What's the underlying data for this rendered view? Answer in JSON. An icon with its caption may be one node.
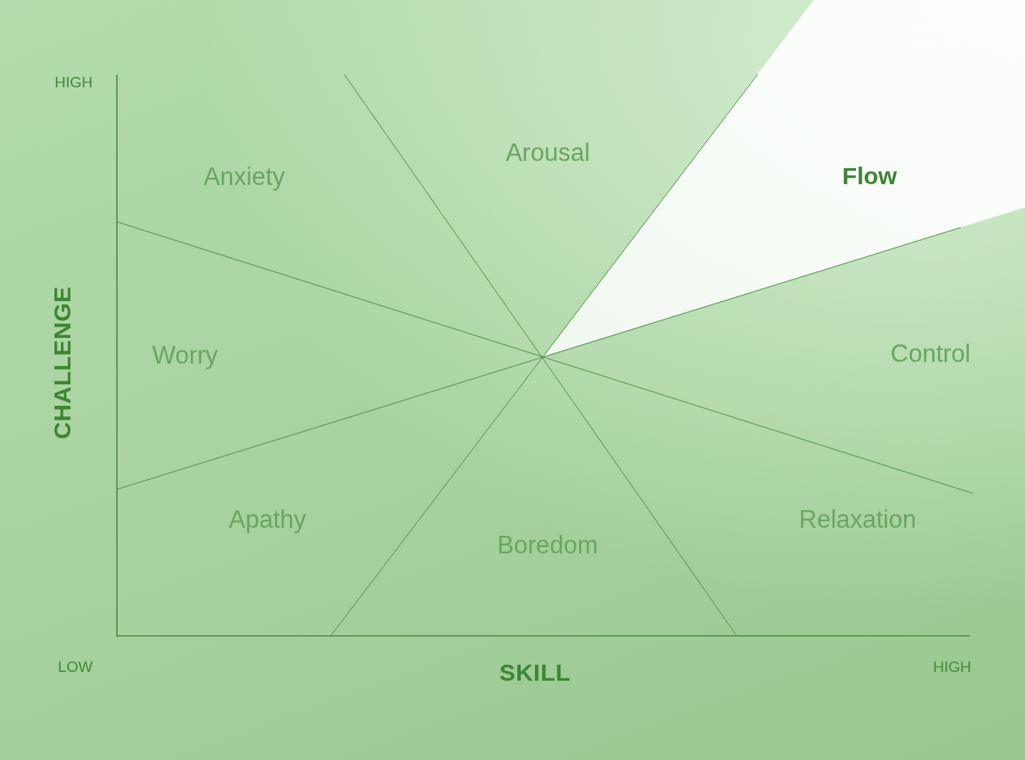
{
  "diagram": {
    "labels": [
      "HIGH",
      "Arousal",
      "Anxiety",
      "Flow",
      "CHALLENGE",
      "Worry",
      "Control",
      "Apathy",
      "Relaxation",
      "Boredom",
      "LOW",
      "SKILL",
      "HIGH"
    ]
  }
}
